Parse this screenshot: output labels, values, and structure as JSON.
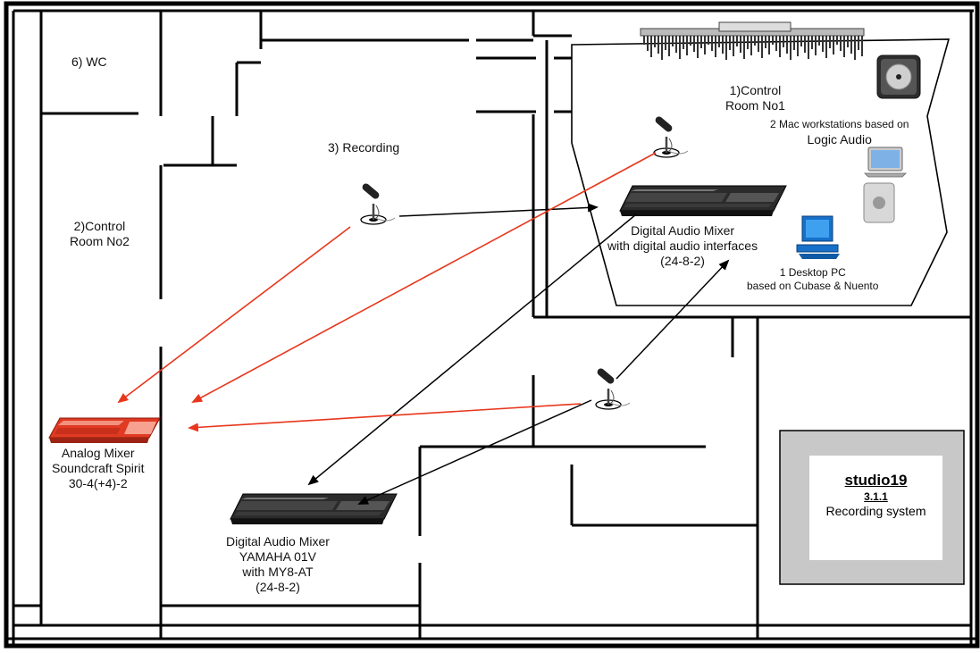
{
  "rooms": {
    "wc": "6) WC",
    "control_room_1": [
      "1)Control",
      "Room No1"
    ],
    "recording": "3) Recording",
    "control_room_2": [
      "2)Control",
      "Room No2"
    ]
  },
  "equipment": {
    "mac_workstations": [
      "2 Mac workstations based on",
      "Logic Audio"
    ],
    "digital_mixer_1": [
      "Digital Audio Mixer",
      "with digital audio interfaces",
      "(24-8-2)"
    ],
    "desktop_pc": [
      "1 Desktop PC",
      "based on Cubase & Nuento"
    ],
    "analog_mixer": [
      "Analog Mixer",
      "Soundcraft Spirit",
      "30-4(+4)-2"
    ],
    "digital_mixer_2": [
      "Digital Audio Mixer",
      "YAMAHA 01V",
      "with MY8-AT",
      "(24-8-2)"
    ]
  },
  "badge": {
    "title": "studio19",
    "number": "3.1.1",
    "subtitle": "Recording system"
  },
  "colors": {
    "wall": "#000000",
    "red_signal": "#e8361c",
    "black_signal": "#000000",
    "badge_frame": "#c8c8c8",
    "analog_mixer": "#e03a22",
    "digital_mixer": "#2b2b2b"
  },
  "icons": [
    "microphone-icon",
    "digital-mixer-icon",
    "analog-mixer-icon",
    "desktop-pc-icon",
    "laptop-icon",
    "mac-pro-icon",
    "logic-audio-icon",
    "acoustic-panel-icon"
  ]
}
